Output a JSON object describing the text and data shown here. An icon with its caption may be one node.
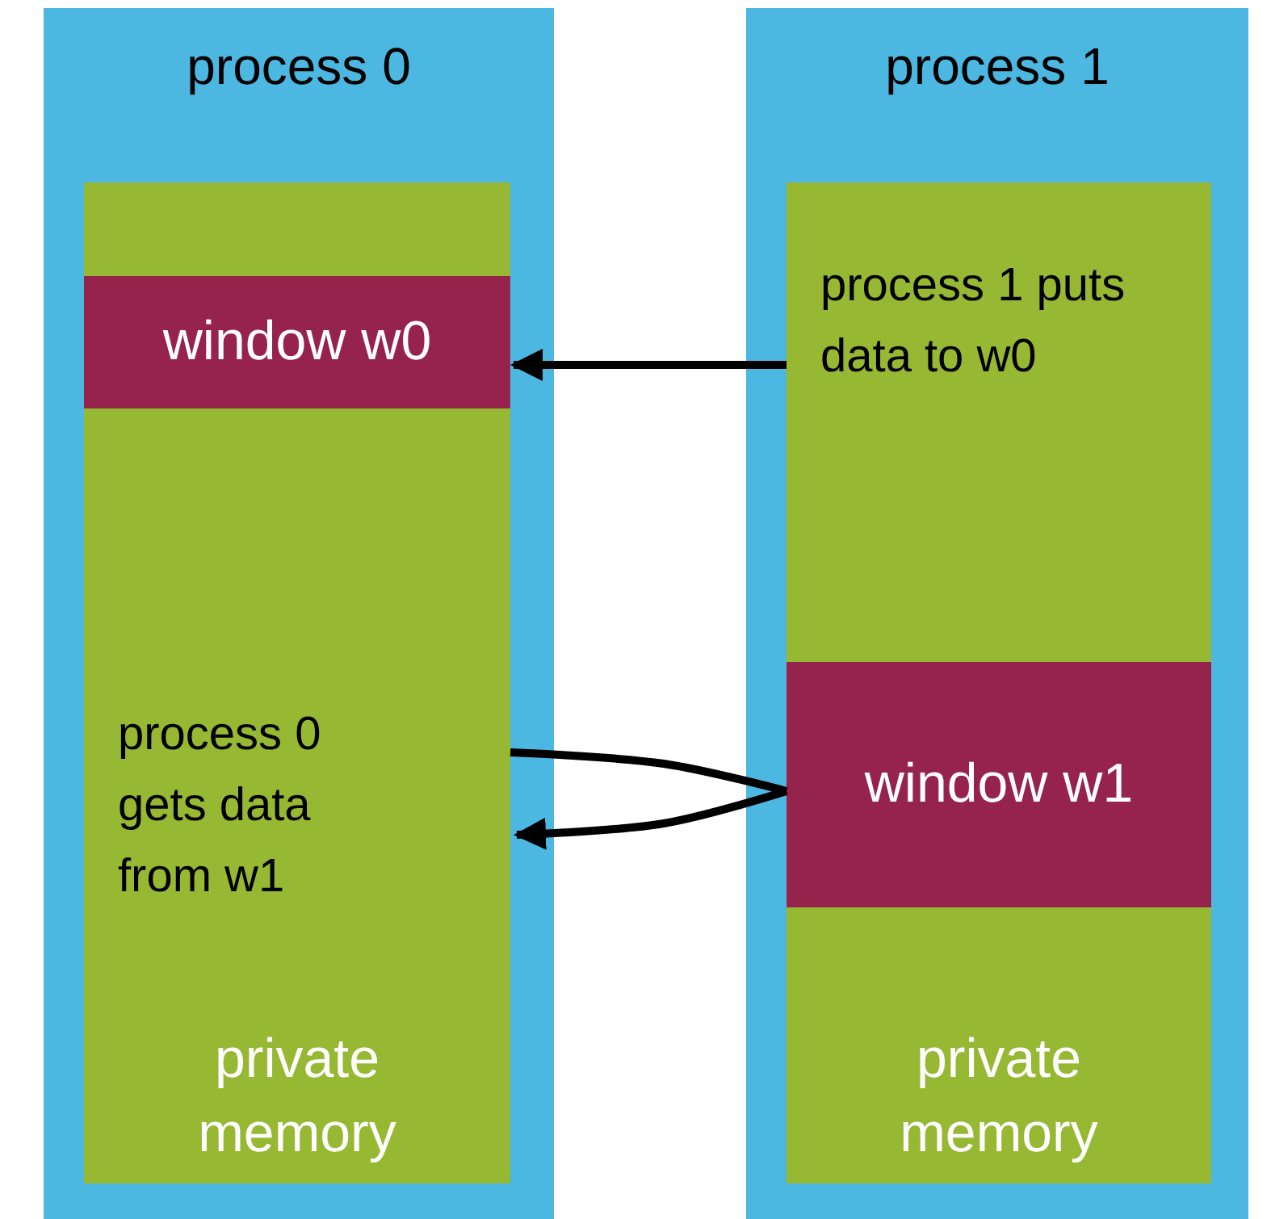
{
  "diagram": {
    "nodes": [
      {
        "text": [
          "process 0"
        ]
      },
      {
        "text": [
          "process 0 gets data from w1",
          "private memory"
        ],
        "in": 0
      },
      {
        "text": [
          "window w0"
        ],
        "in": 1
      },
      {
        "text": [
          "process 1"
        ]
      },
      {
        "text": [
          "process 1 puts data to w0",
          "private memory"
        ],
        "in": 3
      },
      {
        "text": [
          "window w1"
        ],
        "in": 4
      }
    ],
    "edges": [
      {
        "from": 4,
        "to": 2,
        "arrow": "to"
      },
      {
        "from": 5,
        "to": 1,
        "arrow": "to"
      }
    ]
  }
}
